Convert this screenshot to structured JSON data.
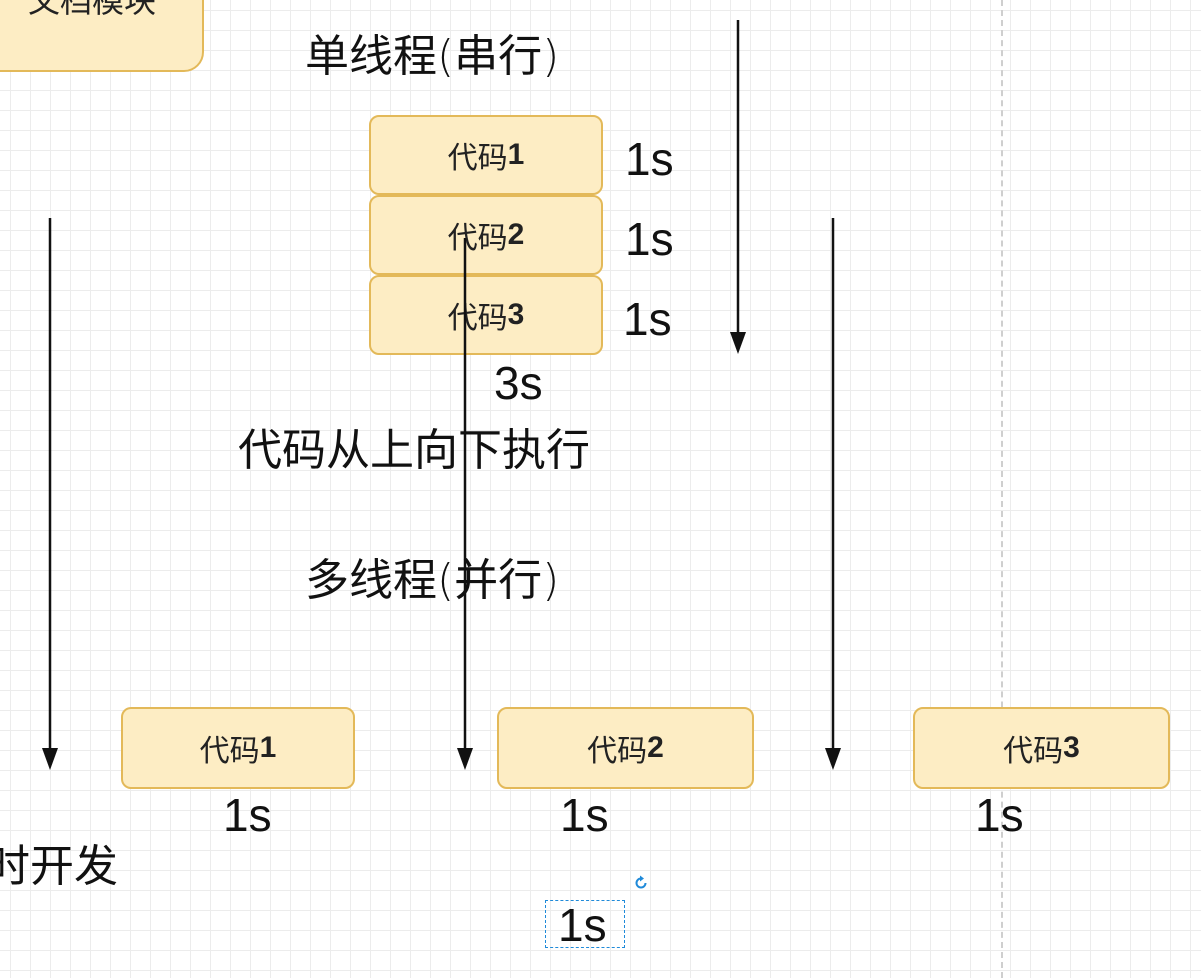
{
  "partial_box": {
    "label": "文档模块"
  },
  "single_thread": {
    "title": "单线程(串行)",
    "boxes": [
      {
        "prefix": "代码",
        "num": "1",
        "duration": "1s"
      },
      {
        "prefix": "代码",
        "num": "2",
        "duration": "1s"
      },
      {
        "prefix": "代码",
        "num": "3",
        "duration": "1s"
      }
    ],
    "total": "3s",
    "caption": "代码从上向下执行"
  },
  "multi_thread": {
    "title": "多线程(并行)",
    "boxes": [
      {
        "prefix": "代码",
        "num": "1",
        "duration": "1s"
      },
      {
        "prefix": "代码",
        "num": "2",
        "duration": "1s"
      },
      {
        "prefix": "代码",
        "num": "3",
        "duration": "1s"
      }
    ],
    "total": "1s"
  },
  "side_text": "时开发",
  "colors": {
    "box_fill": "#fdedc4",
    "box_border": "#e3b959",
    "arrow": "#111111",
    "selection": "#1f8ad9"
  },
  "icons": {
    "rotate": "rotate-handle-icon"
  }
}
